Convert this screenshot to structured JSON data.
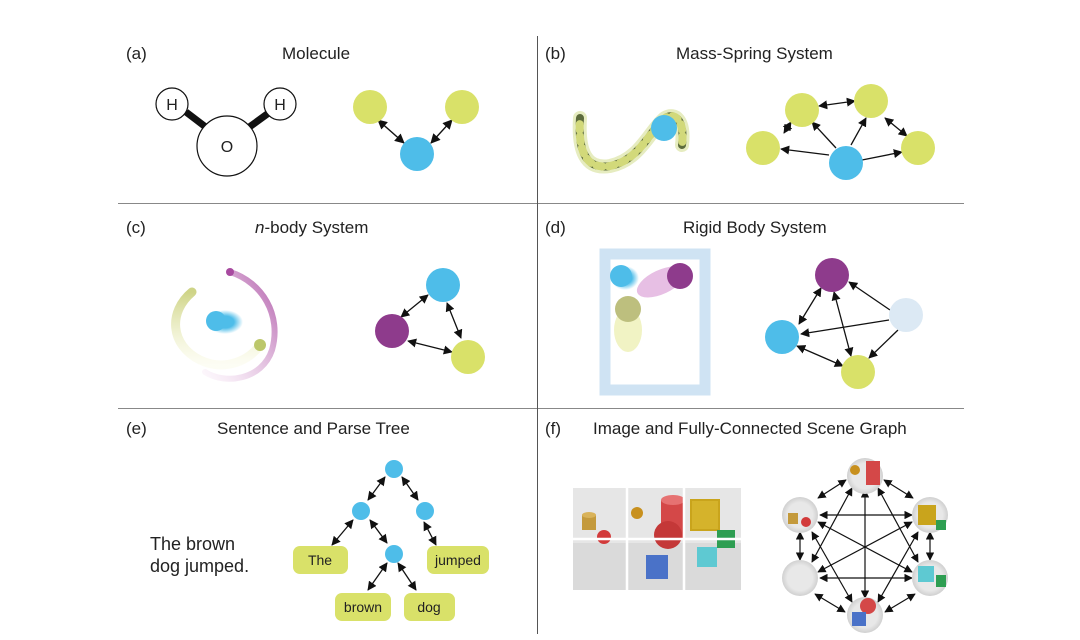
{
  "panels": {
    "a": {
      "letter": "(a)",
      "title": "Molecule",
      "atoms": [
        "H",
        "H",
        "O"
      ]
    },
    "b": {
      "letter": "(b)",
      "title": "Mass-Spring System"
    },
    "c": {
      "letter": "(c)",
      "title_prefix": "n",
      "title_rest": "-body System"
    },
    "d": {
      "letter": "(d)",
      "title": "Rigid Body System"
    },
    "e": {
      "letter": "(e)",
      "title": "Sentence and Parse Tree",
      "sentence_line1": "The brown",
      "sentence_line2": "dog jumped.",
      "leaves": [
        "The",
        "jumped",
        "brown",
        "dog"
      ]
    },
    "f": {
      "letter": "(f)",
      "title": "Image and Fully-Connected Scene Graph"
    }
  },
  "colors": {
    "blue": "#4ebde9",
    "yellow": "#d9e169",
    "purple": "#8e3b8c",
    "light_blue": "#dce9f4",
    "frame_blue": "#cfe3f3"
  }
}
